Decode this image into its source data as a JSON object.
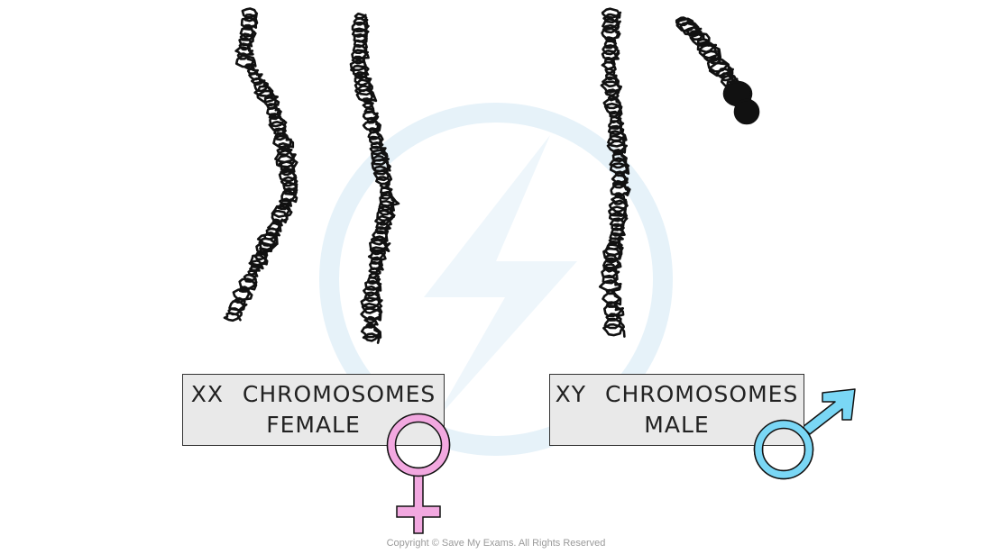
{
  "colors": {
    "ink": "#111111",
    "box_fill": "#e9e9e9",
    "female_symbol": "#f2a8e0",
    "male_symbol": "#7ad7f5",
    "watermark": "#e3f1f8"
  },
  "icons": {
    "female": "female-venus-symbol",
    "male": "male-mars-symbol",
    "watermark": "lightning-bolt-logo"
  },
  "female_label": {
    "line1": "XX CHROMOSOMES",
    "line2": "FEMALE"
  },
  "male_label": {
    "line1": "XY CHROMOSOMES",
    "line2": "MALE"
  },
  "copyright": "Copyright © Save My Exams. All Rights Reserved"
}
